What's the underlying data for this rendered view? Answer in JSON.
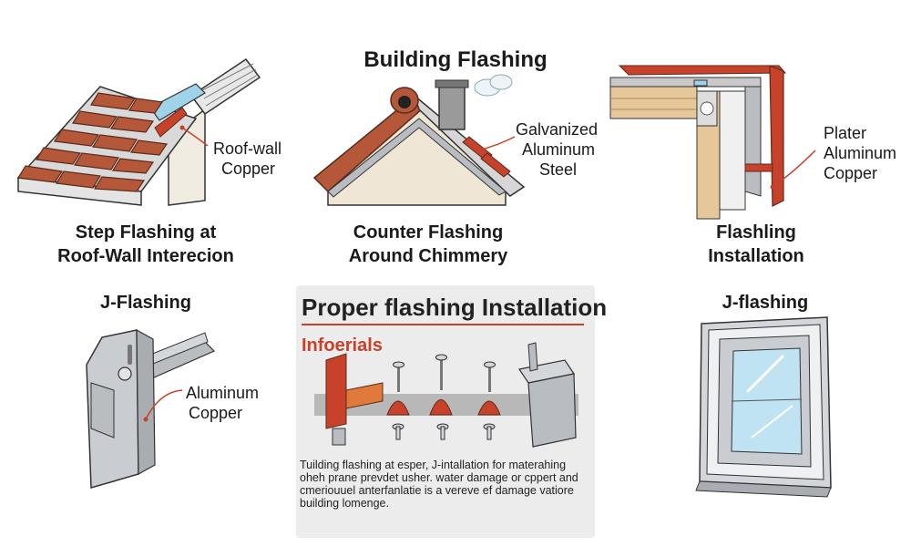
{
  "main_title": "Building Flashing",
  "step_flashing": {
    "title_line1": "Step Flashing at",
    "title_line2": "Roof-Wall Interecion",
    "label_line1": "Roof-wall",
    "label_line2": "Copper"
  },
  "counter_flashing": {
    "title_line1": "Counter Flashing",
    "title_line2": "Around Chimmery",
    "label_line1": "Galvanized",
    "label_line2": "Aluminum",
    "label_line3": "Steel"
  },
  "flashing_installation": {
    "title_line1": "Flashling",
    "title_line2": "Installation",
    "label_line1": "Plater",
    "label_line2": "Aluminum",
    "label_line3": "Copper"
  },
  "j_flashing_left": {
    "title": "J-Flashing",
    "label_line1": "Aluminum",
    "label_line2": "Copper"
  },
  "proper_panel": {
    "title": "Proper flashing Installation",
    "subtitle": "Infoerials",
    "text_line1": "Tuilding flashing at esper, J-intallation for materahing",
    "text_line2": "oheh prane prevdet usher. water damage or cppert and",
    "text_line3": "cmeriouuel anterfanlatie is a vereve ef damage vatiore",
    "text_line4": "building lomenge."
  },
  "j_flashing_right": {
    "title": "J-flashing"
  },
  "colors": {
    "copper": "#c8412b",
    "roof_tile": "#b5583a",
    "metal": "#b9bdc2",
    "wood": "#e6c79a"
  }
}
